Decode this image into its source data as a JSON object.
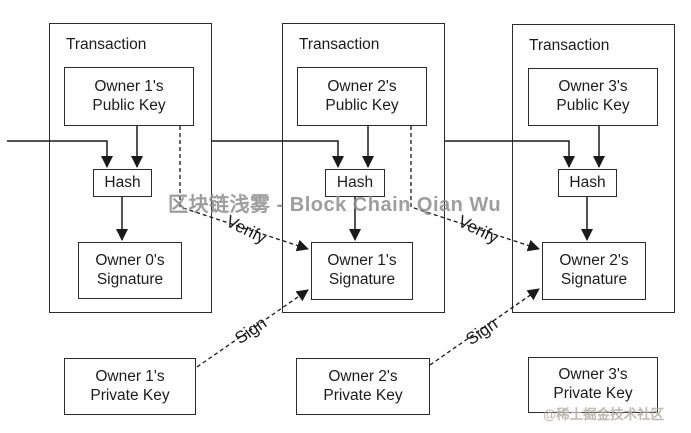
{
  "diagram_title": "Bitcoin transaction chain diagram",
  "watermarks": {
    "center": "区块链浅雾 - Block Chain Qian Wu",
    "corner": "@稀土掘金技术社区"
  },
  "connector_labels": {
    "verify": "Verify",
    "sign": "Sign"
  },
  "transactions": [
    {
      "title": "Transaction",
      "public_key": "Owner 1's\nPublic Key",
      "hash": "Hash",
      "signature": "Owner 0's\nSignature",
      "private_key": "Owner 1's\nPrivate Key"
    },
    {
      "title": "Transaction",
      "public_key": "Owner 2's\nPublic Key",
      "hash": "Hash",
      "signature": "Owner 1's\nSignature",
      "private_key": "Owner 2's\nPrivate Key"
    },
    {
      "title": "Transaction",
      "public_key": "Owner 3's\nPublic Key",
      "hash": "Hash",
      "signature": "Owner 2's\nSignature",
      "private_key": "Owner 3's\nPrivate Key"
    }
  ],
  "colors": {
    "line": "#1a1a1a",
    "box_border": "#2b2b2b",
    "text": "#1c1c1c",
    "watermark_center": "#8e8e8e",
    "watermark_corner": "#b8b2ac",
    "background": "#fefefe"
  }
}
